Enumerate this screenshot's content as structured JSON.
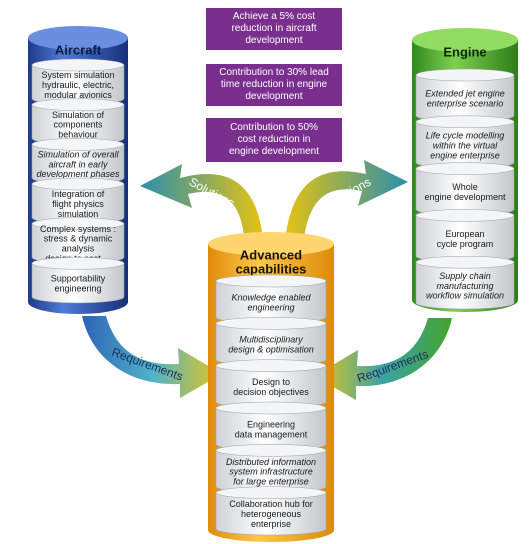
{
  "goals": [
    "Achieve a 5% cost\nreduction in aircraft\ndevelopment",
    "Contribution to 30% lead\ntime reduction in engine\ndevelopment",
    "Contribution to 50%\ncost reduction in\nengine development"
  ],
  "arrows": {
    "solutions_left": "Solutions",
    "solutions_right": "Solutions",
    "requirements_left": "Requirements",
    "requirements_right": "Requirements"
  },
  "aircraft": {
    "title": "Aircraft",
    "items": [
      "System simulation\nhydraulic, electric,\nmodular avionics",
      "Simulation of\ncomponents\nbehaviour",
      "Simulation of overall\naircraft in early\ndevelopment phases",
      "Integration of\nflight physics\nsimulation",
      "Complex systems :\nstress & dynamic\nanalysis\ndesign to cost ...",
      "Supportability\nengineering"
    ]
  },
  "engine": {
    "title": "Engine",
    "items": [
      "Extended jet engine\nenterprise scenario",
      "Life cycle modelling\nwithin the virtual\nengine enterprise",
      "Whole\nengine development",
      "European\ncycle program",
      "Supply chain\nmanufacturing\nworkflow simulation"
    ]
  },
  "advanced": {
    "title": "Advanced\ncapabilities",
    "items": [
      "Knowledge enabled\nengineering",
      "Multidisciplinary\ndesign & optimisation",
      "Design to\ndecision objectives",
      "Engineering\ndata management",
      "Distributed information\nsystem infrastructure\nfor large enterprise",
      "Collaboration hub for\nheterogeneous\nenterprise"
    ]
  },
  "colors": {
    "goal_box": "#7a2f8f",
    "aircraft": "#2e4fa8",
    "engine": "#4aa32c",
    "advanced": "#f3a21d",
    "arrow_teal": "#2c97a3",
    "arrow_yellow": "#e8c01a"
  }
}
